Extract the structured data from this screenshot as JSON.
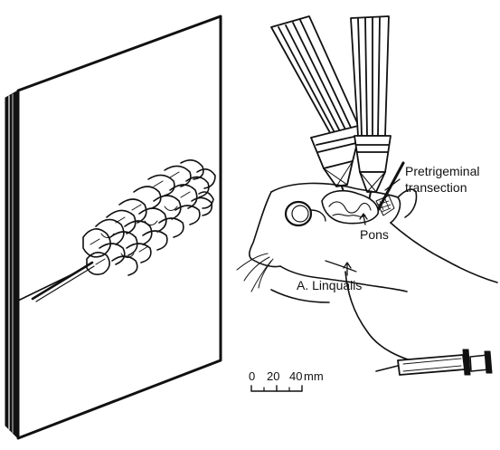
{
  "labels": {
    "pretrigeminal_line1": "Pretrigeminal",
    "pretrigeminal_line2": "transection",
    "pons": "Pons",
    "artery": "A. Linqualis"
  },
  "scale_bar": {
    "ticks": [
      "0",
      "20",
      "40"
    ],
    "unit": "mm"
  },
  "colors": {
    "ink": "#111111",
    "paper": "#ffffff"
  }
}
